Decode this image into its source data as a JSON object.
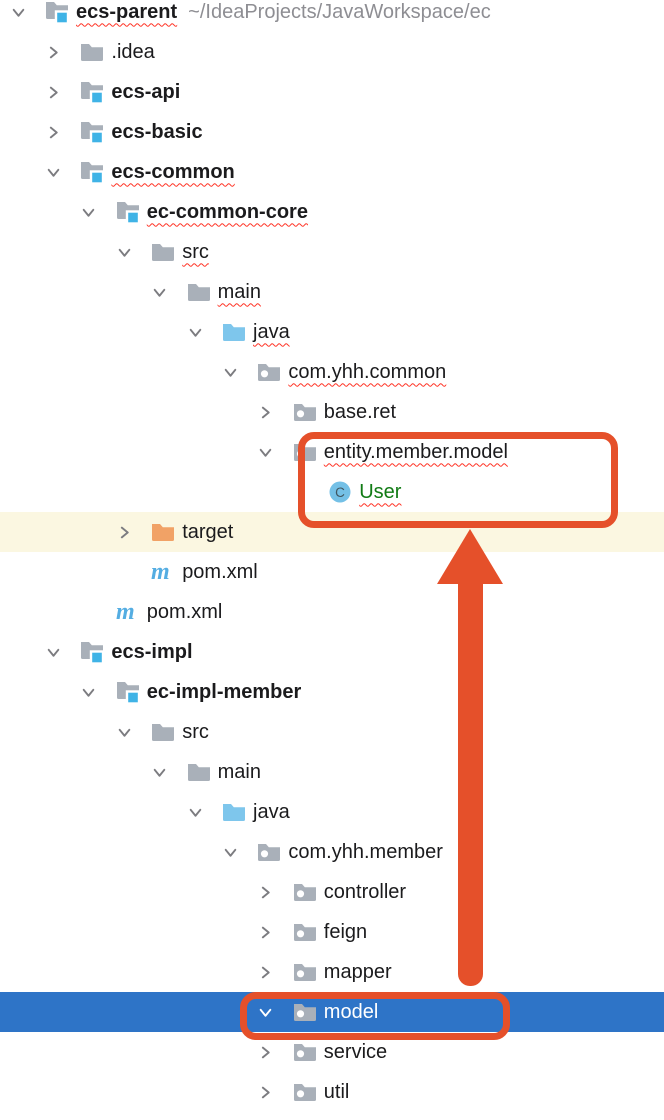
{
  "tree": {
    "rows": [
      {
        "label": "ecs-parent",
        "suffix": "~/IdeaProjects/JavaWorkspace/ec",
        "level": 0,
        "chevron": "expanded",
        "icon": "module-folder",
        "bold": true,
        "squiggle": true
      },
      {
        "label": ".idea",
        "level": 1,
        "chevron": "collapsed",
        "icon": "folder"
      },
      {
        "label": "ecs-api",
        "level": 1,
        "chevron": "collapsed",
        "icon": "module-folder",
        "bold": true
      },
      {
        "label": "ecs-basic",
        "level": 1,
        "chevron": "collapsed",
        "icon": "module-folder",
        "bold": true
      },
      {
        "label": "ecs-common",
        "level": 1,
        "chevron": "expanded",
        "icon": "module-folder",
        "bold": true,
        "squiggle": true
      },
      {
        "label": "ec-common-core",
        "level": 2,
        "chevron": "expanded",
        "icon": "module-folder",
        "bold": true,
        "squiggle": true
      },
      {
        "label": "src",
        "level": 3,
        "chevron": "expanded",
        "icon": "folder",
        "squiggle": true
      },
      {
        "label": "main",
        "level": 4,
        "chevron": "expanded",
        "icon": "folder",
        "squiggle": true
      },
      {
        "label": "java",
        "level": 5,
        "chevron": "expanded",
        "icon": "source-folder",
        "squiggle": true
      },
      {
        "label": "com.yhh.common",
        "level": 6,
        "chevron": "expanded",
        "icon": "package-folder",
        "squiggle": true
      },
      {
        "label": "base.ret",
        "level": 7,
        "chevron": "collapsed",
        "icon": "package-folder"
      },
      {
        "label": "entity.member.model",
        "level": 7,
        "chevron": "expanded",
        "icon": "package-folder",
        "squiggle": true
      },
      {
        "label": "User",
        "level": 8,
        "chevron": null,
        "icon": "class",
        "color": "green",
        "squiggle": true
      },
      {
        "label": "target",
        "level": 3,
        "chevron": "collapsed",
        "icon": "excluded-folder",
        "rowBg": "yellow"
      },
      {
        "label": "pom.xml",
        "level": 3,
        "chevron": null,
        "icon": "maven"
      },
      {
        "label": "pom.xml",
        "level": 2,
        "chevron": null,
        "icon": "maven"
      },
      {
        "label": "ecs-impl",
        "level": 1,
        "chevron": "expanded",
        "icon": "module-folder",
        "bold": true
      },
      {
        "label": "ec-impl-member",
        "level": 2,
        "chevron": "expanded",
        "icon": "module-folder",
        "bold": true
      },
      {
        "label": "src",
        "level": 3,
        "chevron": "expanded",
        "icon": "folder"
      },
      {
        "label": "main",
        "level": 4,
        "chevron": "expanded",
        "icon": "folder"
      },
      {
        "label": "java",
        "level": 5,
        "chevron": "expanded",
        "icon": "source-folder"
      },
      {
        "label": "com.yhh.member",
        "level": 6,
        "chevron": "expanded",
        "icon": "package-folder"
      },
      {
        "label": "controller",
        "level": 7,
        "chevron": "collapsed",
        "icon": "package-folder"
      },
      {
        "label": "feign",
        "level": 7,
        "chevron": "collapsed",
        "icon": "package-folder"
      },
      {
        "label": "mapper",
        "level": 7,
        "chevron": "collapsed",
        "icon": "package-folder"
      },
      {
        "label": "model",
        "level": 7,
        "chevron": "expanded",
        "icon": "package-folder",
        "selected": true
      },
      {
        "label": "service",
        "level": 7,
        "chevron": "collapsed",
        "icon": "package-folder"
      },
      {
        "label": "util",
        "level": 7,
        "chevron": "collapsed",
        "icon": "package-folder"
      },
      {
        "label": "",
        "level": 7,
        "chevron": null,
        "icon": "app-class"
      }
    ]
  },
  "colors": {
    "selection_blue": "#2E74C7",
    "excluded_row_yellow": "#FBF7E1",
    "annotation_orange": "#E5502A",
    "squiggle_red": "#FF3224",
    "folder_gray": "#A9B0B9",
    "source_folder_blue": "#7EC6EC",
    "excluded_folder_orange": "#F1A266",
    "module_square_blue": "#3FB3E6",
    "maven_blue": "#54ADE2",
    "class_circle_blue": "#74C0E6",
    "user_class_green": "#117B15",
    "path_gray": "#8E8E93"
  }
}
